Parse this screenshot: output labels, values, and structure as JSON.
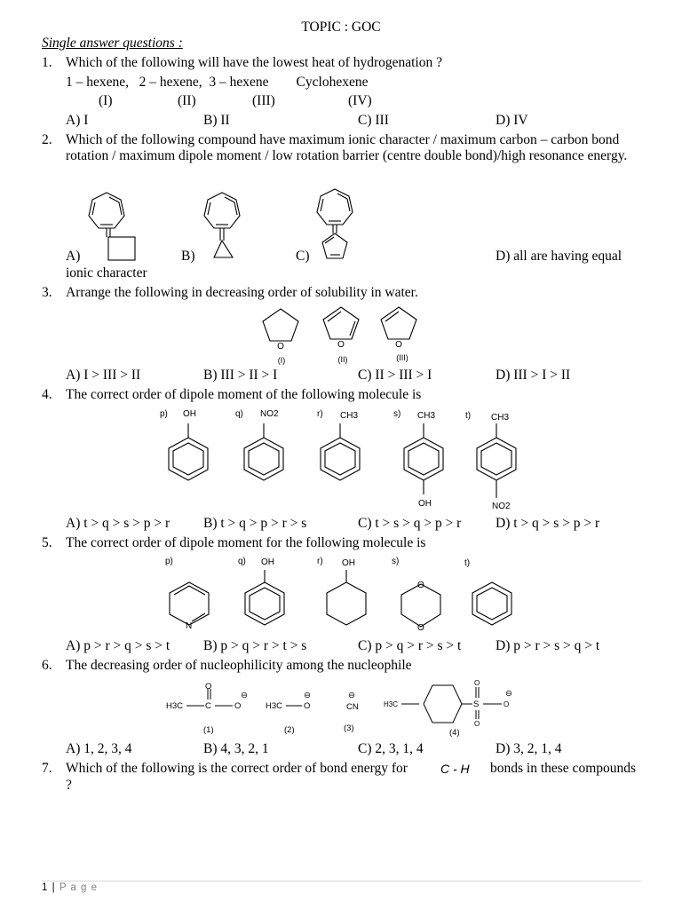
{
  "header": {
    "title": "TOPIC : GOC",
    "section": "Single answer questions :"
  },
  "questions": [
    {
      "num": "1.",
      "text": "Which of the following will have the lowest heat of hydrogenation ?",
      "items_line": "1 – hexene,   2 – hexene,  3 – hexene        Cyclohexene",
      "roman": [
        "(I)",
        "(II)",
        "(III)",
        "(IV)"
      ],
      "options": [
        "A) I",
        "B) II",
        "C) III",
        "D) IV"
      ]
    },
    {
      "num": "2.",
      "text": "Which of the following compound have maximum ionic character / maximum carbon – carbon bond rotation / maximum dipole moment / low rotation barrier (centre double bond)/high resonance energy.",
      "options": [
        "A)",
        "B)",
        "C)",
        "D) all are having equal"
      ],
      "option_cont": "ionic character"
    },
    {
      "num": "3.",
      "text": "Arrange the following in decreasing order of solubility in water.",
      "labels": [
        "(I)",
        "(II)",
        "(III)"
      ],
      "atom": "O",
      "options": [
        "A) I > III > II",
        "B) III > II > I",
        "C) II > III > I",
        "D) III > I > II"
      ]
    },
    {
      "num": "4.",
      "text": "The correct order of dipole moment of the following molecule is",
      "mols": [
        {
          "label": "p)",
          "sub": "OH"
        },
        {
          "label": "q)",
          "sub": "NO2"
        },
        {
          "label": "r)",
          "sub": "CH3"
        },
        {
          "label": "s)",
          "sub": "CH3",
          "bottom": "OH"
        },
        {
          "label": "t)",
          "sub": "CH3",
          "bottom": "NO2"
        }
      ],
      "options": [
        "A) t > q > s > p > r",
        "B) t > q > p > r > s",
        "C) t > s > q > p > r",
        "D) t > q > s > p > r"
      ]
    },
    {
      "num": "5.",
      "text": "The correct order of dipole moment for the following molecule is",
      "labels": [
        "p)",
        "q)",
        "r)",
        "s)",
        "t)"
      ],
      "subs": {
        "q": "OH",
        "r": "OH",
        "n": "N",
        "o": "O"
      },
      "options": [
        "A) p > r > q > s > t",
        "B) p > q > r > t > s",
        "C) p > q > r > s > t",
        "D) p > r > s > q > t"
      ]
    },
    {
      "num": "6.",
      "text": "The decreasing order of nucleophilicity among the nucleophile",
      "nuc": {
        "n1": "H3C",
        "o": "O",
        "c": "C",
        "minus": "⊖",
        "cn": "CN",
        "s": "S",
        "labels": [
          "(1)",
          "(2)",
          "(3)",
          "(4)"
        ]
      },
      "options": [
        "A) 1, 2, 3, 4",
        "B) 4, 3, 2, 1",
        "C) 2, 3, 1, 4",
        "D) 3, 2, 1, 4"
      ]
    },
    {
      "num": "7.",
      "text_a": "Which of the following is the correct order of bond energy for",
      "formula": "C - H",
      "text_b": "bonds in these compounds",
      "text_c": "?"
    }
  ],
  "footer": {
    "page": "1",
    "sep": "|",
    "word": "P a g e"
  }
}
